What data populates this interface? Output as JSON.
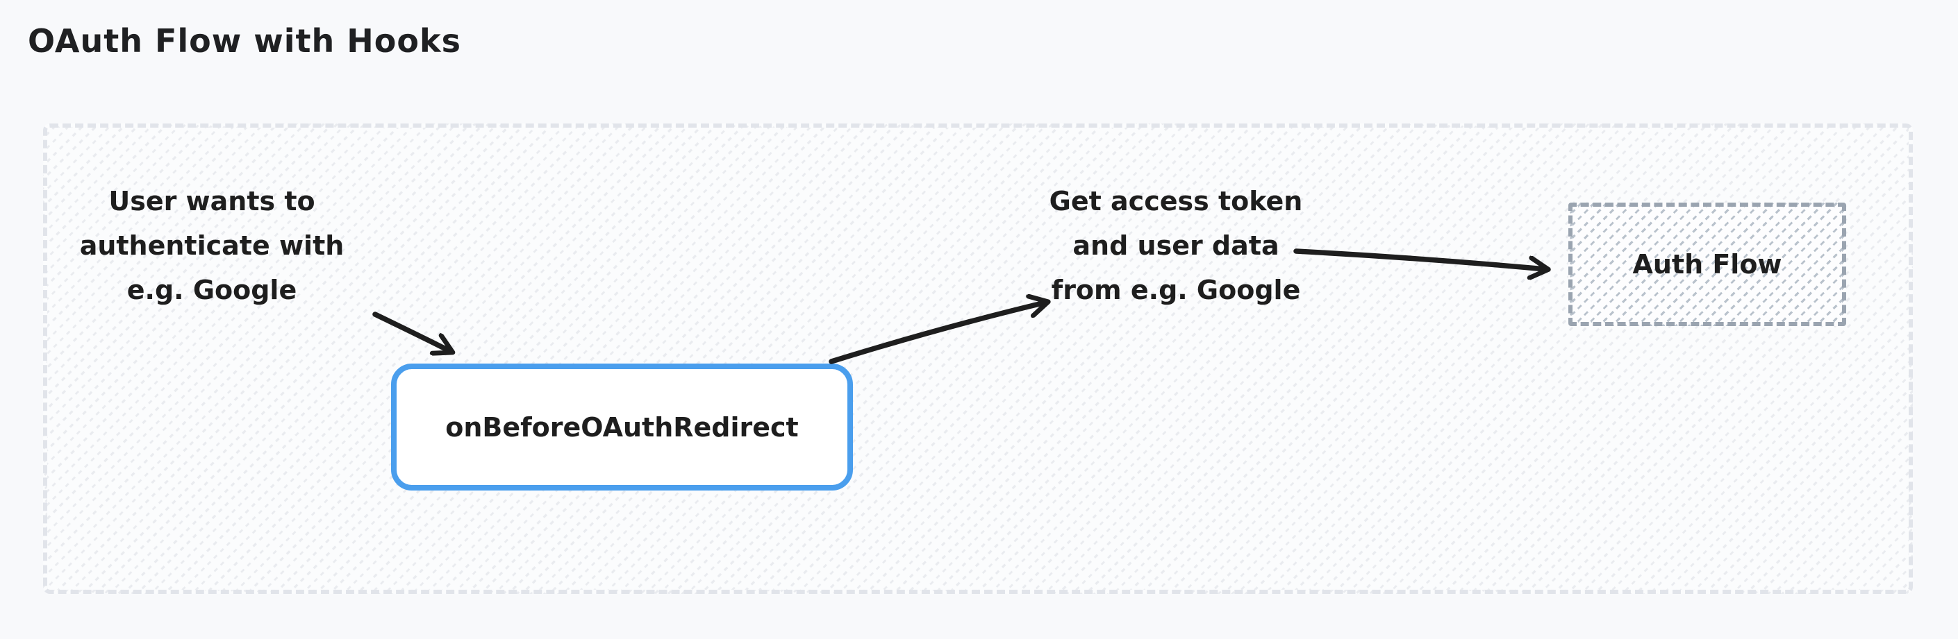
{
  "title": "OAuth Flow with Hooks",
  "diagram": {
    "nodes": {
      "user_intent": {
        "lines": [
          "User wants to",
          "authenticate with",
          "e.g. Google"
        ]
      },
      "hook": {
        "label": "onBeforeOAuthRedirect",
        "border_color": "#4a9eed",
        "fill": "#ffffff"
      },
      "token": {
        "lines": [
          "Get access token",
          "and user data",
          "from e.g. Google"
        ]
      },
      "auth_flow": {
        "label": "Auth Flow",
        "border_color": "#9aa4b0",
        "fill_pattern": "diagonal-hatch"
      }
    },
    "arrows": [
      {
        "name": "user-to-hook",
        "from": "user_intent",
        "to": "hook"
      },
      {
        "name": "hook-to-token",
        "from": "hook",
        "to": "token"
      },
      {
        "name": "token-to-authflow",
        "from": "token",
        "to": "auth_flow"
      }
    ],
    "colors": {
      "text": "#1e1e1e",
      "arrow": "#1e1e1e",
      "frame_border": "#e1e4ea",
      "page_background": "#f8f9fb"
    }
  }
}
